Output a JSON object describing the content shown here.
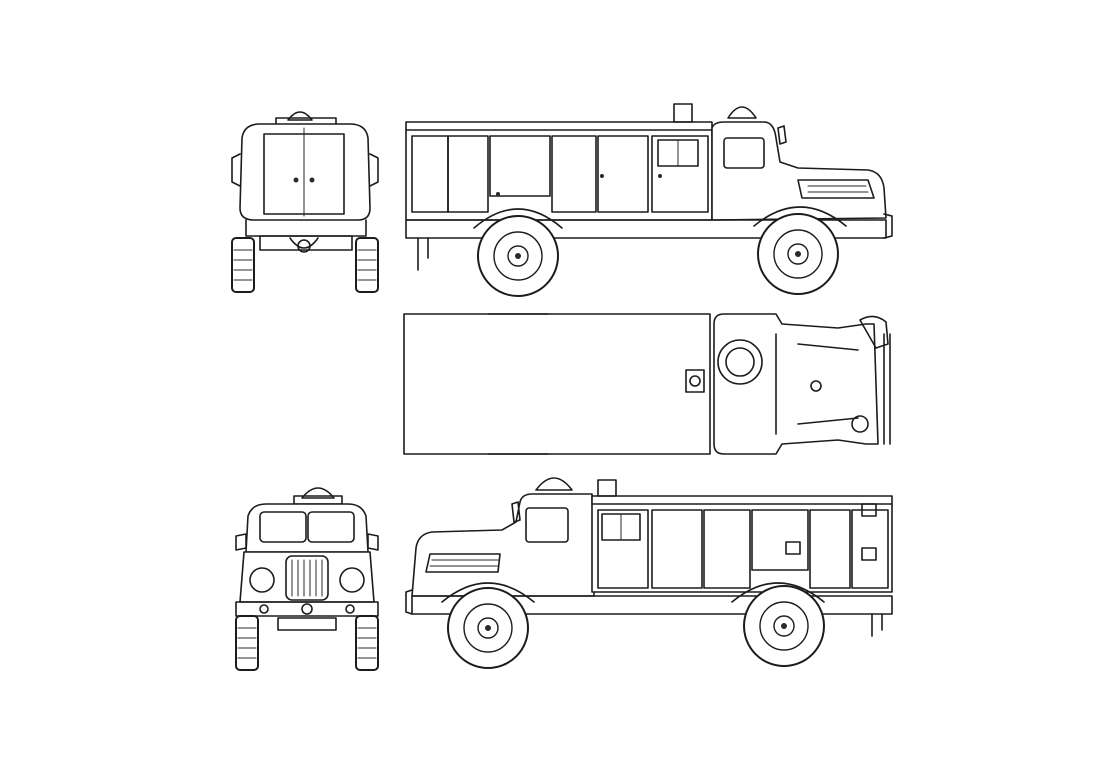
{
  "drawing": {
    "subject": "",
    "views": [
      "rear-view",
      "right-side-view",
      "top-view",
      "front-view",
      "left-side-view"
    ],
    "line_color": "#1c1c1c",
    "background": "#ffffff"
  }
}
